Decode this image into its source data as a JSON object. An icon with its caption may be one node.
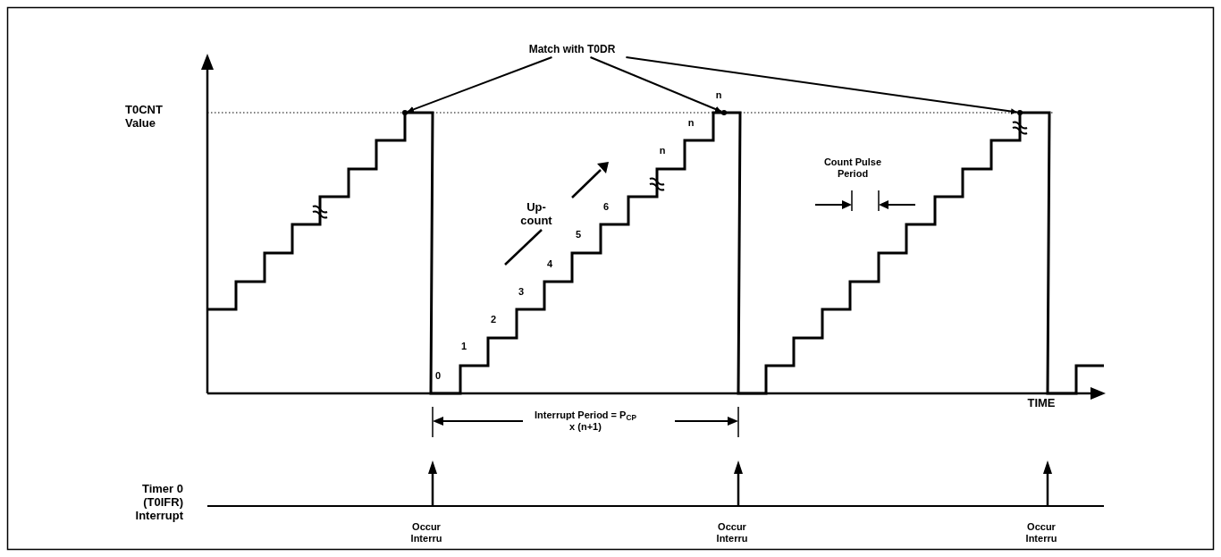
{
  "diagram": {
    "nodes": [
      {
        "text": [
          "Match with T0DR"
        ]
      },
      {
        "text": [],
        "shape": "point"
      },
      {
        "text": [],
        "shape": "point"
      },
      {
        "text": [],
        "shape": "point"
      }
    ],
    "edges": [
      {
        "from": 0,
        "to": 1,
        "arrow": "to"
      },
      {
        "from": 0,
        "to": 2,
        "arrow": "to"
      },
      {
        "from": 0,
        "to": 3,
        "arrow": "to"
      }
    ],
    "labels": [
      "T0CNT Value",
      "n",
      "n",
      "n",
      "Count Pulse Period",
      "Up- count",
      "6",
      "5",
      "4",
      "3",
      "2",
      "1",
      "0",
      "TIME",
      "Interrupt Period = P$_{CP}$ x (n+1)",
      "Timer 0 (T0IFR) Interrupt",
      "Occur Interru",
      "Occur Interru",
      "Occur Interru"
    ]
  }
}
